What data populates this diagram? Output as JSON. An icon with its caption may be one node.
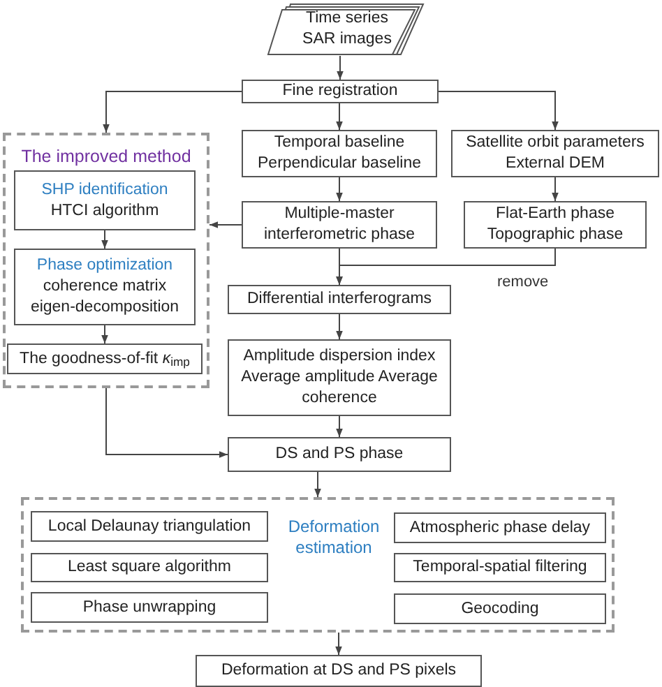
{
  "diagram": {
    "nodes": [
      {
        "text": [
          "Time series SAR images"
        ]
      },
      {
        "text": [
          "Fine registration"
        ]
      },
      {
        "text": [
          "The improved method"
        ]
      },
      {
        "text": [
          "SHP identification",
          "HTCI algorithm"
        ],
        "in": 2
      },
      {
        "text": [
          "Phase optimization",
          "coherence matrix eigen-decomposition"
        ],
        "in": 2
      },
      {
        "text": [
          "The goodness-of-fit *κ*$_{imp}$"
        ],
        "in": 2
      },
      {
        "text": [
          "Temporal baseline Perpendicular baseline"
        ]
      },
      {
        "text": [
          "Satellite orbit parameters External DEM"
        ]
      },
      {
        "text": [
          "Multiple-master interferometric phase"
        ]
      },
      {
        "text": [
          "Flat-Earth phase Topographic phase"
        ]
      },
      {
        "text": [
          "Differential interferograms"
        ]
      },
      {
        "text": [
          "Amplitude dispersion index Average amplitude Average coherence"
        ]
      },
      {
        "text": [
          "DS and PS phase"
        ]
      },
      {
        "text": [
          "Deformation estimation"
        ]
      },
      {
        "text": [
          "Local Delaunay triangulation"
        ],
        "in": 13
      },
      {
        "text": [
          "Atmospheric phase delay"
        ],
        "in": 13
      },
      {
        "text": [
          "Least square algorithm"
        ],
        "in": 13
      },
      {
        "text": [
          "Temporal-spatial filtering"
        ],
        "in": 13
      },
      {
        "text": [
          "Phase unwrapping"
        ],
        "in": 13
      },
      {
        "text": [
          "Geocoding"
        ],
        "in": 13
      },
      {
        "text": [
          "Deformation at DS and PS pixels"
        ]
      }
    ],
    "edges": [
      {
        "from": 0,
        "to": 1,
        "arrow": "to"
      },
      {
        "from": 1,
        "to": 2,
        "arrow": "to"
      },
      {
        "from": 1,
        "to": 6,
        "arrow": "to"
      },
      {
        "from": 1,
        "to": 7,
        "arrow": "to"
      },
      {
        "from": 6,
        "to": 8,
        "arrow": "to"
      },
      {
        "from": 7,
        "to": 9,
        "arrow": "to"
      },
      {
        "from": 8,
        "to": 2,
        "arrow": "to"
      },
      {
        "from": 8,
        "to": 10,
        "arrow": "to"
      },
      {
        "from": 9,
        "to": 10,
        "arrow": "to",
        "label": "remove"
      },
      {
        "from": 3,
        "to": 4,
        "arrow": "to"
      },
      {
        "from": 4,
        "to": 5,
        "arrow": "to"
      },
      {
        "from": 10,
        "to": 11,
        "arrow": "to"
      },
      {
        "from": 11,
        "to": 12,
        "arrow": "to"
      },
      {
        "from": 2,
        "to": 12,
        "arrow": "to"
      },
      {
        "from": 12,
        "to": 13,
        "arrow": "to"
      },
      {
        "from": 13,
        "to": 20,
        "arrow": "to"
      }
    ]
  }
}
